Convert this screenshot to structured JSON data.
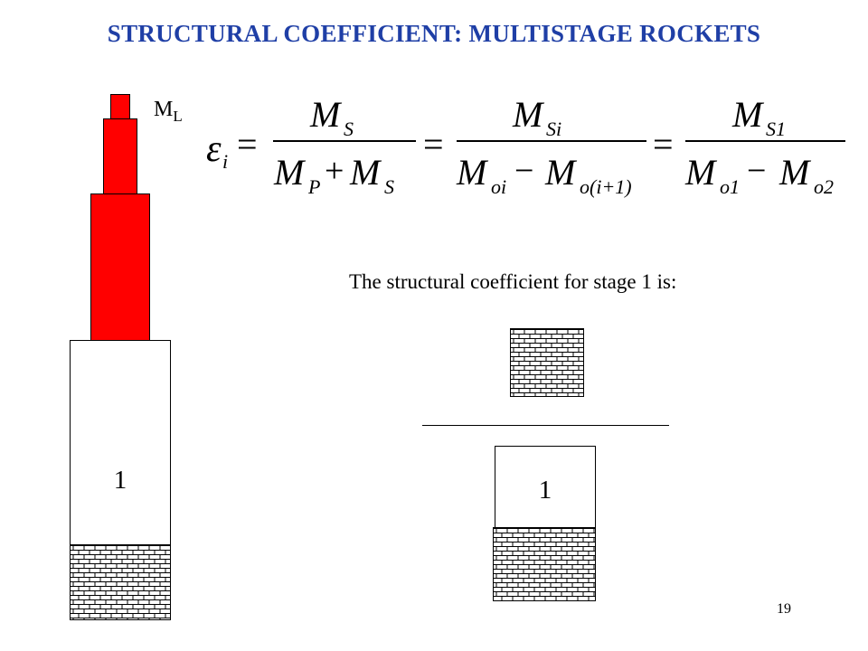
{
  "title": "STRUCTURAL COEFFICIENT: MULTISTAGE ROCKETS",
  "colors": {
    "title": "#1f3fa6",
    "upper_stages": "#ff0000",
    "stage_outline": "#000000"
  },
  "rocket": {
    "payload_label": "M",
    "payload_label_sub": "L",
    "stage_label": "1"
  },
  "equation": {
    "lhs": "ε",
    "lhs_sub": "i",
    "frac1_num": "M",
    "frac1_num_sub": "S",
    "frac1_den_a": "M",
    "frac1_den_a_sub": "P",
    "frac1_den_b": "M",
    "frac1_den_b_sub": "S",
    "frac2_num": "M",
    "frac2_num_sub": "Si",
    "frac2_den_a": "M",
    "frac2_den_a_sub": "oi",
    "frac2_den_b": "M",
    "frac2_den_b_sub": "o(i+1)",
    "frac3_num": "M",
    "frac3_num_sub": "S1",
    "frac3_den_a": "M",
    "frac3_den_a_sub": "o1",
    "frac3_den_b": "M",
    "frac3_den_b_sub": "o2",
    "equals": "=",
    "plus": "+",
    "minus": "−"
  },
  "caption": "The structural coefficient for stage 1 is:",
  "fraction_figure": {
    "denominator_stage_label": "1"
  },
  "page_number": "19"
}
